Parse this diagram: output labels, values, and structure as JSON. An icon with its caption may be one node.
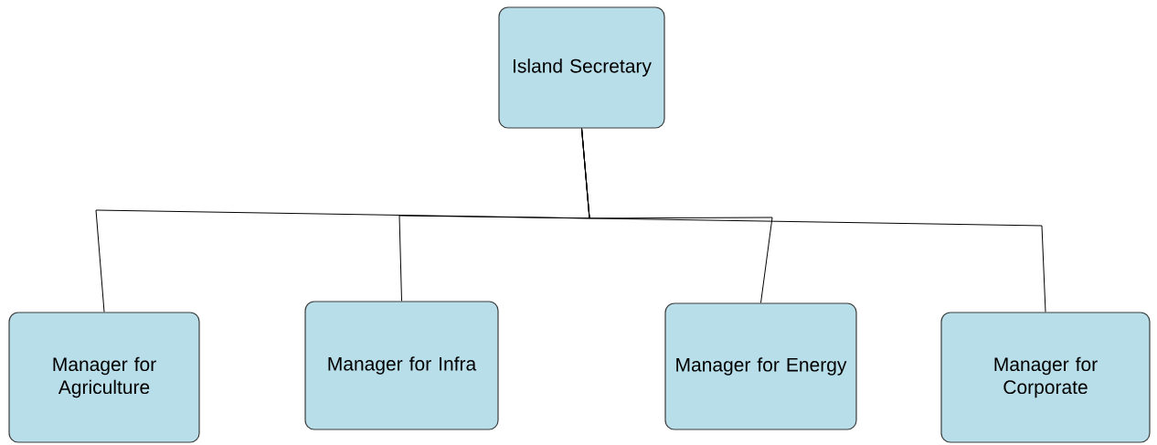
{
  "diagram": {
    "nodes": [
      {
        "text": [
          "Island Secretary"
        ]
      },
      {
        "text": [
          "Manager for Agriculture"
        ]
      },
      {
        "text": [
          "Manager for Infra"
        ]
      },
      {
        "text": [
          "Manager for Energy"
        ]
      },
      {
        "text": [
          "Manager for Corporate"
        ]
      }
    ],
    "edges": [
      {
        "from": 0,
        "to": 1,
        "arrow": "none"
      },
      {
        "from": 0,
        "to": 2,
        "arrow": "none"
      },
      {
        "from": 0,
        "to": 3,
        "arrow": "none"
      },
      {
        "from": 0,
        "to": 4,
        "arrow": "none"
      }
    ]
  }
}
